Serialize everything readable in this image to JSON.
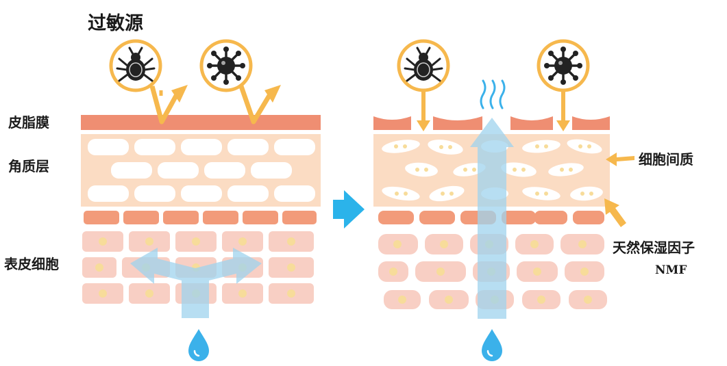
{
  "title": "过敏源",
  "labels": {
    "sebum_film": "皮脂膜",
    "stratum_corneum": "角质层",
    "epidermal_cells": "表皮细胞",
    "intercellular": "细胞间质",
    "nmf": "天然保湿因子",
    "nmf_abbr": "NMF"
  },
  "icons": {
    "allergen_left": [
      "mite-icon",
      "virus-icon"
    ],
    "allergen_right": [
      "mite-icon",
      "virus-icon"
    ],
    "water": "water-drop-icon",
    "evaporation": "steam-icon",
    "transition": "right-arrow-icon"
  },
  "colors": {
    "sebum": "#ef8e72",
    "stratum": "#fbdcc3",
    "cell": "#f8cfc4",
    "nucleus": "#f7dc9a",
    "brick": "#f29b7a",
    "arrow_orange": "#f6b84d",
    "water": "#3bb1ea",
    "flow": "#9fd3ee"
  }
}
